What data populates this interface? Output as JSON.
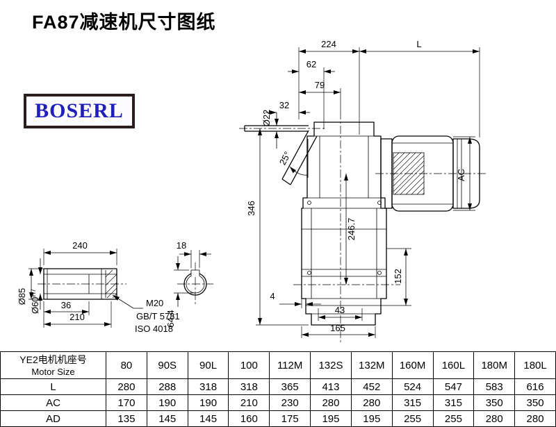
{
  "page": {
    "title": "FA87减速机尺寸图纸",
    "logo": "BOSERL"
  },
  "dims": {
    "top_224": "224",
    "top_L": "L",
    "d62": "62",
    "d79": "79",
    "d32": "32",
    "dia22": "Ø22",
    "ang25": "25°",
    "d346": "346",
    "d246_7": "246.7",
    "ac": "AC",
    "d152": "152",
    "d4": "4",
    "d43": "43",
    "d165": "165",
    "d240": "240",
    "dia85": "Ø85",
    "dia60": "Ø60",
    "dia60_tol": "H7",
    "d36": "36",
    "d210": "210",
    "m20": "M20",
    "gbt": "GB/T 5781",
    "iso": "ISO 4018",
    "d18": "18",
    "d64_4": "64.4"
  },
  "table": {
    "header_cn": "YE2电机机座号",
    "header_en": "Motor Size",
    "sizes": [
      "80",
      "90S",
      "90L",
      "100",
      "112M",
      "132S",
      "132M",
      "160M",
      "160L",
      "180M",
      "180L"
    ],
    "rows": [
      {
        "label": "L",
        "values": [
          "280",
          "288",
          "318",
          "318",
          "365",
          "413",
          "452",
          "524",
          "547",
          "583",
          "616"
        ]
      },
      {
        "label": "AC",
        "values": [
          "170",
          "190",
          "190",
          "210",
          "230",
          "280",
          "280",
          "315",
          "315",
          "350",
          "350"
        ]
      },
      {
        "label": "AD",
        "values": [
          "135",
          "145",
          "145",
          "160",
          "175",
          "195",
          "195",
          "255",
          "255",
          "280",
          "280"
        ]
      }
    ]
  }
}
